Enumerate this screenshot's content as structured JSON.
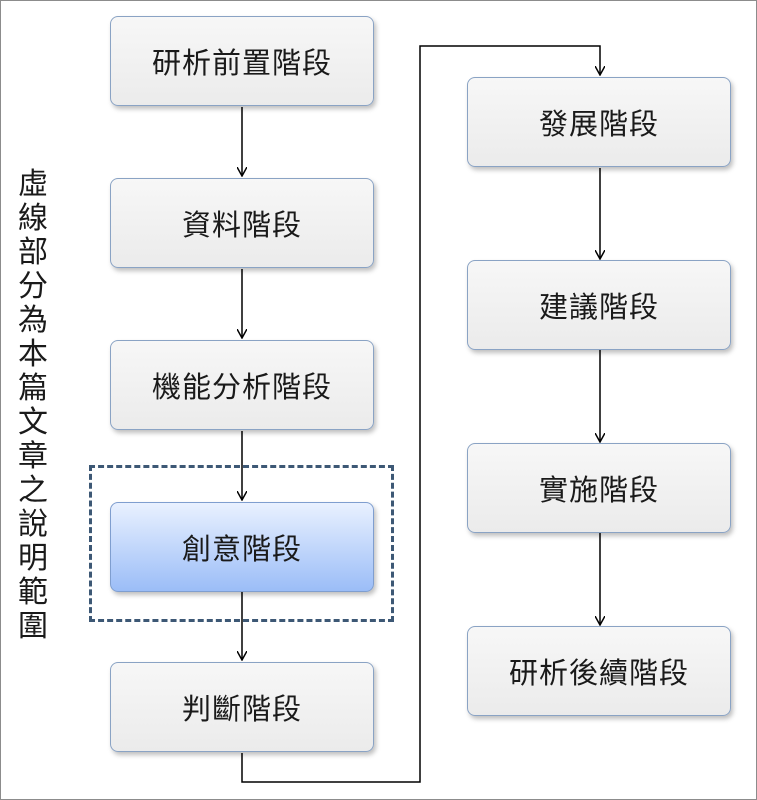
{
  "left_column": {
    "stages": [
      "研析前置階段",
      "資料階段",
      "機能分析階段",
      "創意階段",
      "判斷階段"
    ]
  },
  "right_column": {
    "stages": [
      "發展階段",
      "建議階段",
      "實施階段",
      "研析後續階段"
    ]
  },
  "side_note": "虛線部分為本篇文章之說明範圍",
  "colors": {
    "box_fill": "#f0f0f0",
    "box_border": "#8aa3c4",
    "highlight_fill": "#9bbdf7",
    "dashed_border": "#3d5875",
    "connector": "#000000"
  }
}
